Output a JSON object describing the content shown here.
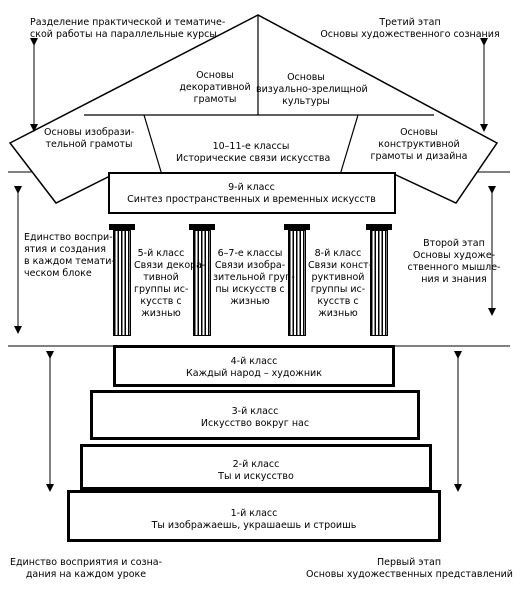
{
  "corners": {
    "top_left": [
      "Разделение практической и тематиче-",
      "ской работы на параллельные курсы"
    ],
    "top_right": [
      "Третий этап",
      "Основы художественного сознания"
    ],
    "middle_left": [
      "Единство воспри-",
      "ятия и создания",
      "в каждом темати-",
      "ческом блоке"
    ],
    "middle_right": [
      "Второй этап",
      "Основы художе-",
      "ственного мышле-",
      "ния и знания"
    ],
    "bottom_left": [
      "Единство восприятия и созна-",
      "дания на каждом уроке"
    ],
    "bottom_right": [
      "Первый этап",
      "Основы художественных представлений"
    ]
  },
  "roof": {
    "left_upper": [
      "Основы",
      "декоративной",
      "грамоты"
    ],
    "right_upper": [
      "Основы",
      "визуально-зрелищной",
      "культуры"
    ],
    "left_lower": [
      "Основы изобрази-",
      "тельной грамоты"
    ],
    "center_lower": [
      "10–11-е классы",
      "Исторические связи искусства"
    ],
    "right_lower": [
      "Основы",
      "конструктивной",
      "грамоты и дизайна"
    ]
  },
  "entablature": [
    "9-й класс",
    "Синтез пространственных и временных искусств"
  ],
  "columns": {
    "c1": [
      "5-й класс",
      "Связи декора-",
      "тивной",
      "группы ис-",
      "кусств с",
      "жизнью"
    ],
    "c2": [
      "6–7-е классы",
      "Связи изобра-",
      "зительной груп-",
      "пы искусств с",
      "жизнью"
    ],
    "c3": [
      "8-й класс",
      "Связи конст-",
      "руктивной",
      "группы ис-",
      "кусств с",
      "жизнью"
    ]
  },
  "steps": [
    [
      "4-й класс",
      "Каждый народ  – художник"
    ],
    [
      "3-й класс",
      "Искусство вокруг нас"
    ],
    [
      "2-й класс",
      "Ты и искусство"
    ],
    [
      "1-й класс",
      "Ты изображаешь, украшаешь и строишь"
    ]
  ]
}
